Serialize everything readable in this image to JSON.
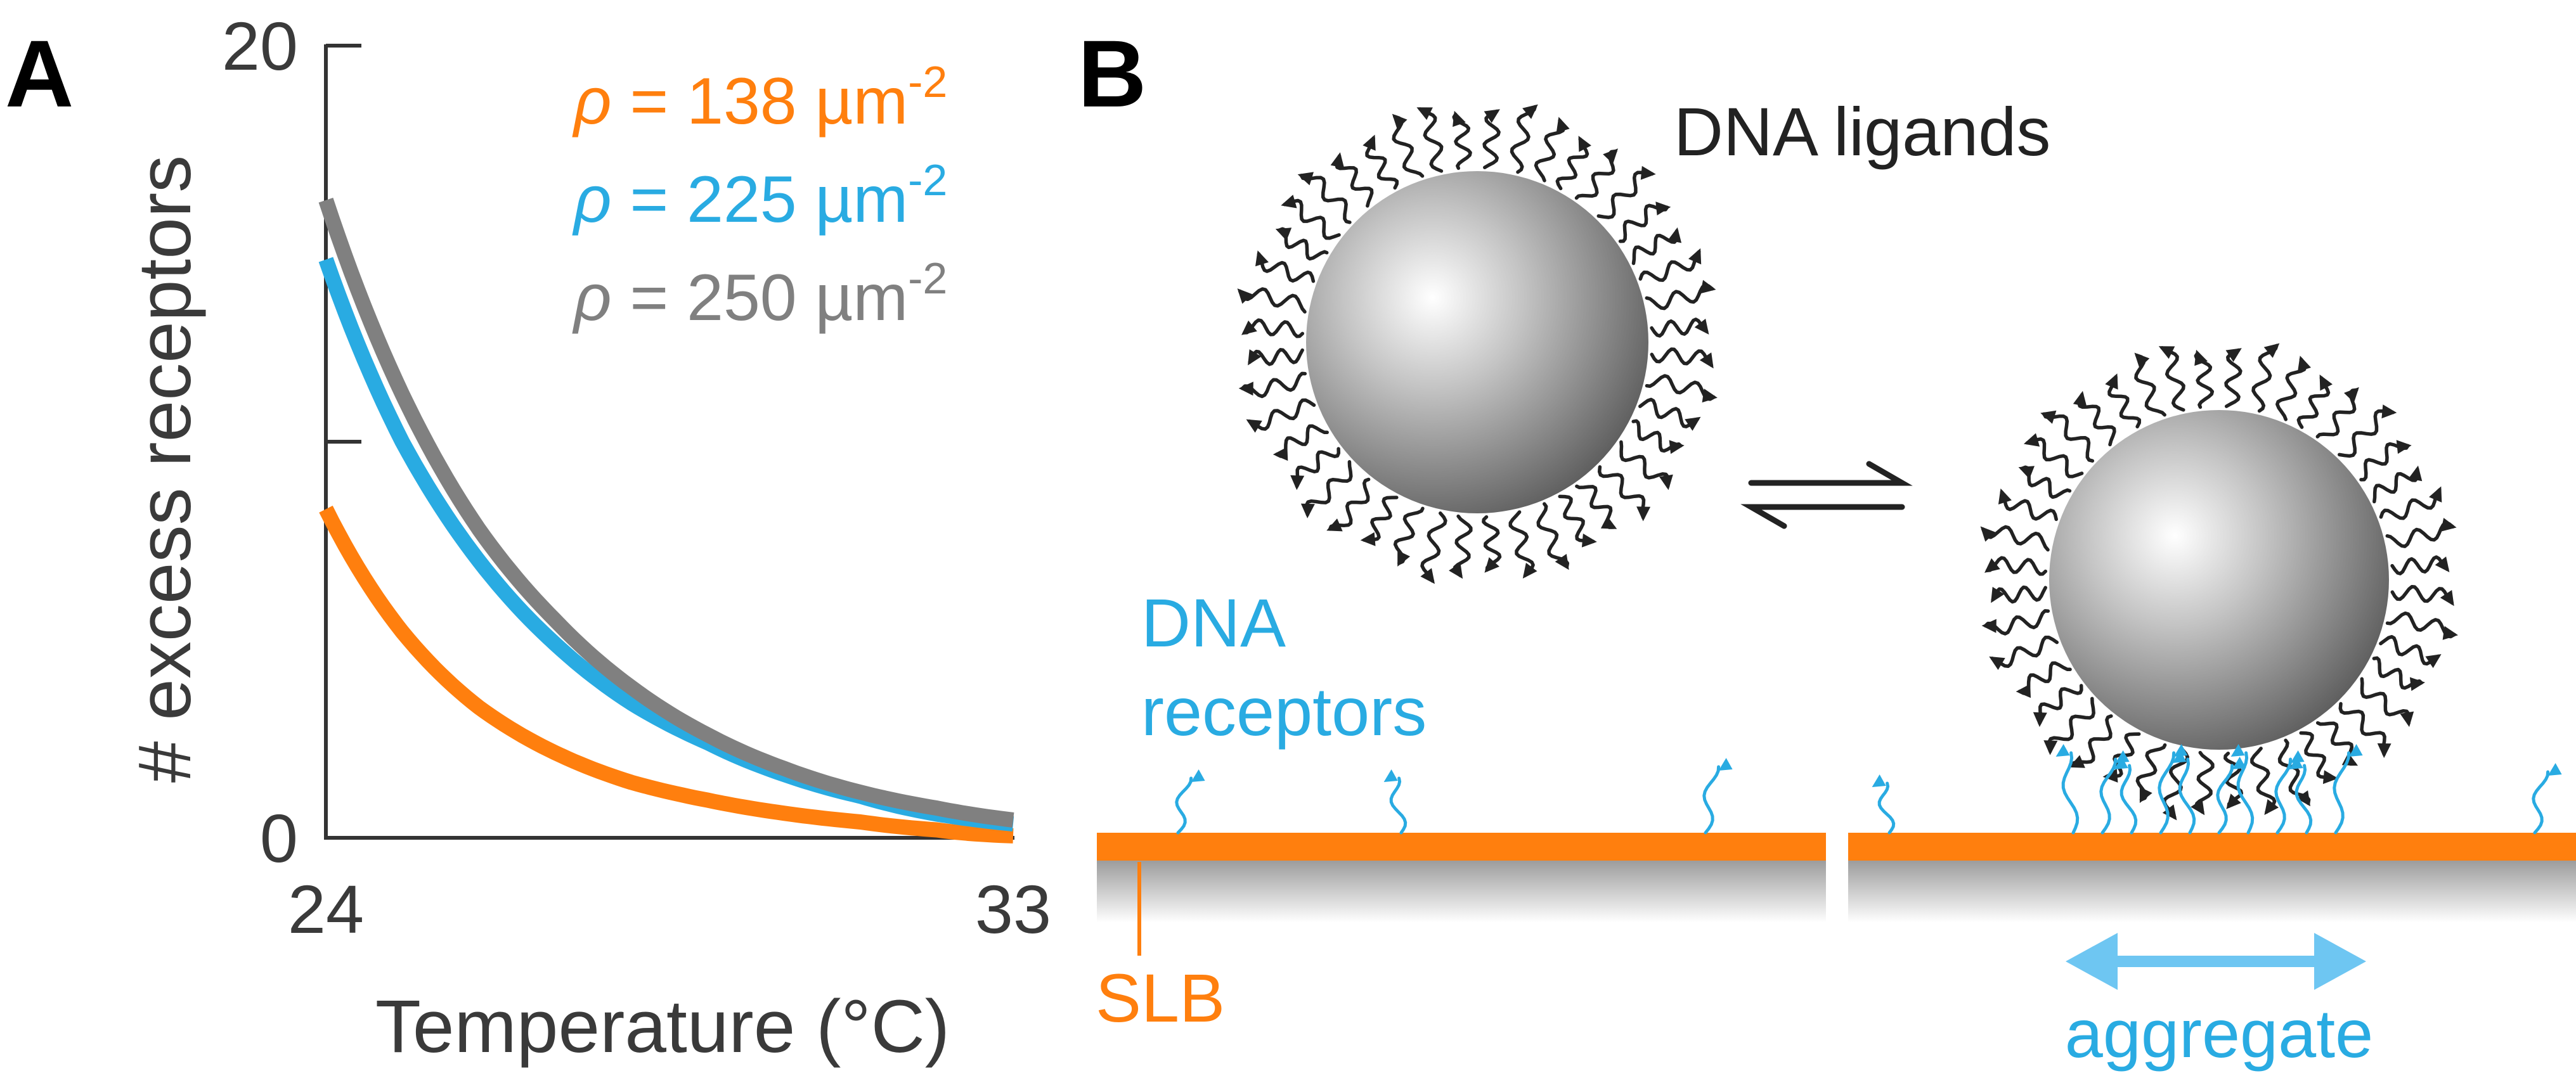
{
  "panels": {
    "a_label": "A",
    "b_label": "B"
  },
  "chart_data": {
    "type": "line",
    "title": "",
    "xlabel": "Temperature (°C)",
    "ylabel": "# excess receptors",
    "xlim": [
      24,
      33
    ],
    "ylim": [
      0,
      20
    ],
    "x_ticks": [
      "24",
      "33"
    ],
    "y_ticks": [
      "0",
      "20"
    ],
    "y_minor_tick": 10,
    "grid": false,
    "legend_position": "top-right",
    "x": [
      24,
      25,
      26,
      27,
      28,
      29,
      30,
      31,
      32,
      33
    ],
    "series": [
      {
        "name_prefix": "ρ",
        "name_main": " = 138 µm",
        "name_sup": "-2",
        "color": "#ff7f0e",
        "values": [
          8.3,
          5.2,
          3.3,
          2.15,
          1.4,
          0.95,
          0.62,
          0.4,
          0.2,
          0.05
        ]
      },
      {
        "name_prefix": "ρ",
        "name_main": " = 225 µm",
        "name_sup": "-2",
        "color": "#29abe2",
        "values": [
          14.6,
          10.0,
          7.0,
          4.9,
          3.4,
          2.4,
          1.6,
          1.05,
          0.6,
          0.35
        ]
      },
      {
        "name_prefix": "ρ",
        "name_main": " = 250 µm",
        "name_sup": "-2",
        "color": "#808080",
        "values": [
          16.1,
          11.2,
          7.8,
          5.5,
          3.8,
          2.6,
          1.75,
          1.15,
          0.75,
          0.45
        ]
      }
    ]
  },
  "schematic": {
    "ligands_label": "DNA ligands",
    "receptors_label_line1": "DNA",
    "receptors_label_line2": "receptors",
    "slb_label": "SLB",
    "aggregate_label": "aggregate",
    "colors": {
      "slb": "#ff7f0e",
      "receptor": "#29abe2",
      "aggregate_arrow": "#6ec6f2",
      "ligand": "#222222",
      "text": "#222222"
    }
  }
}
